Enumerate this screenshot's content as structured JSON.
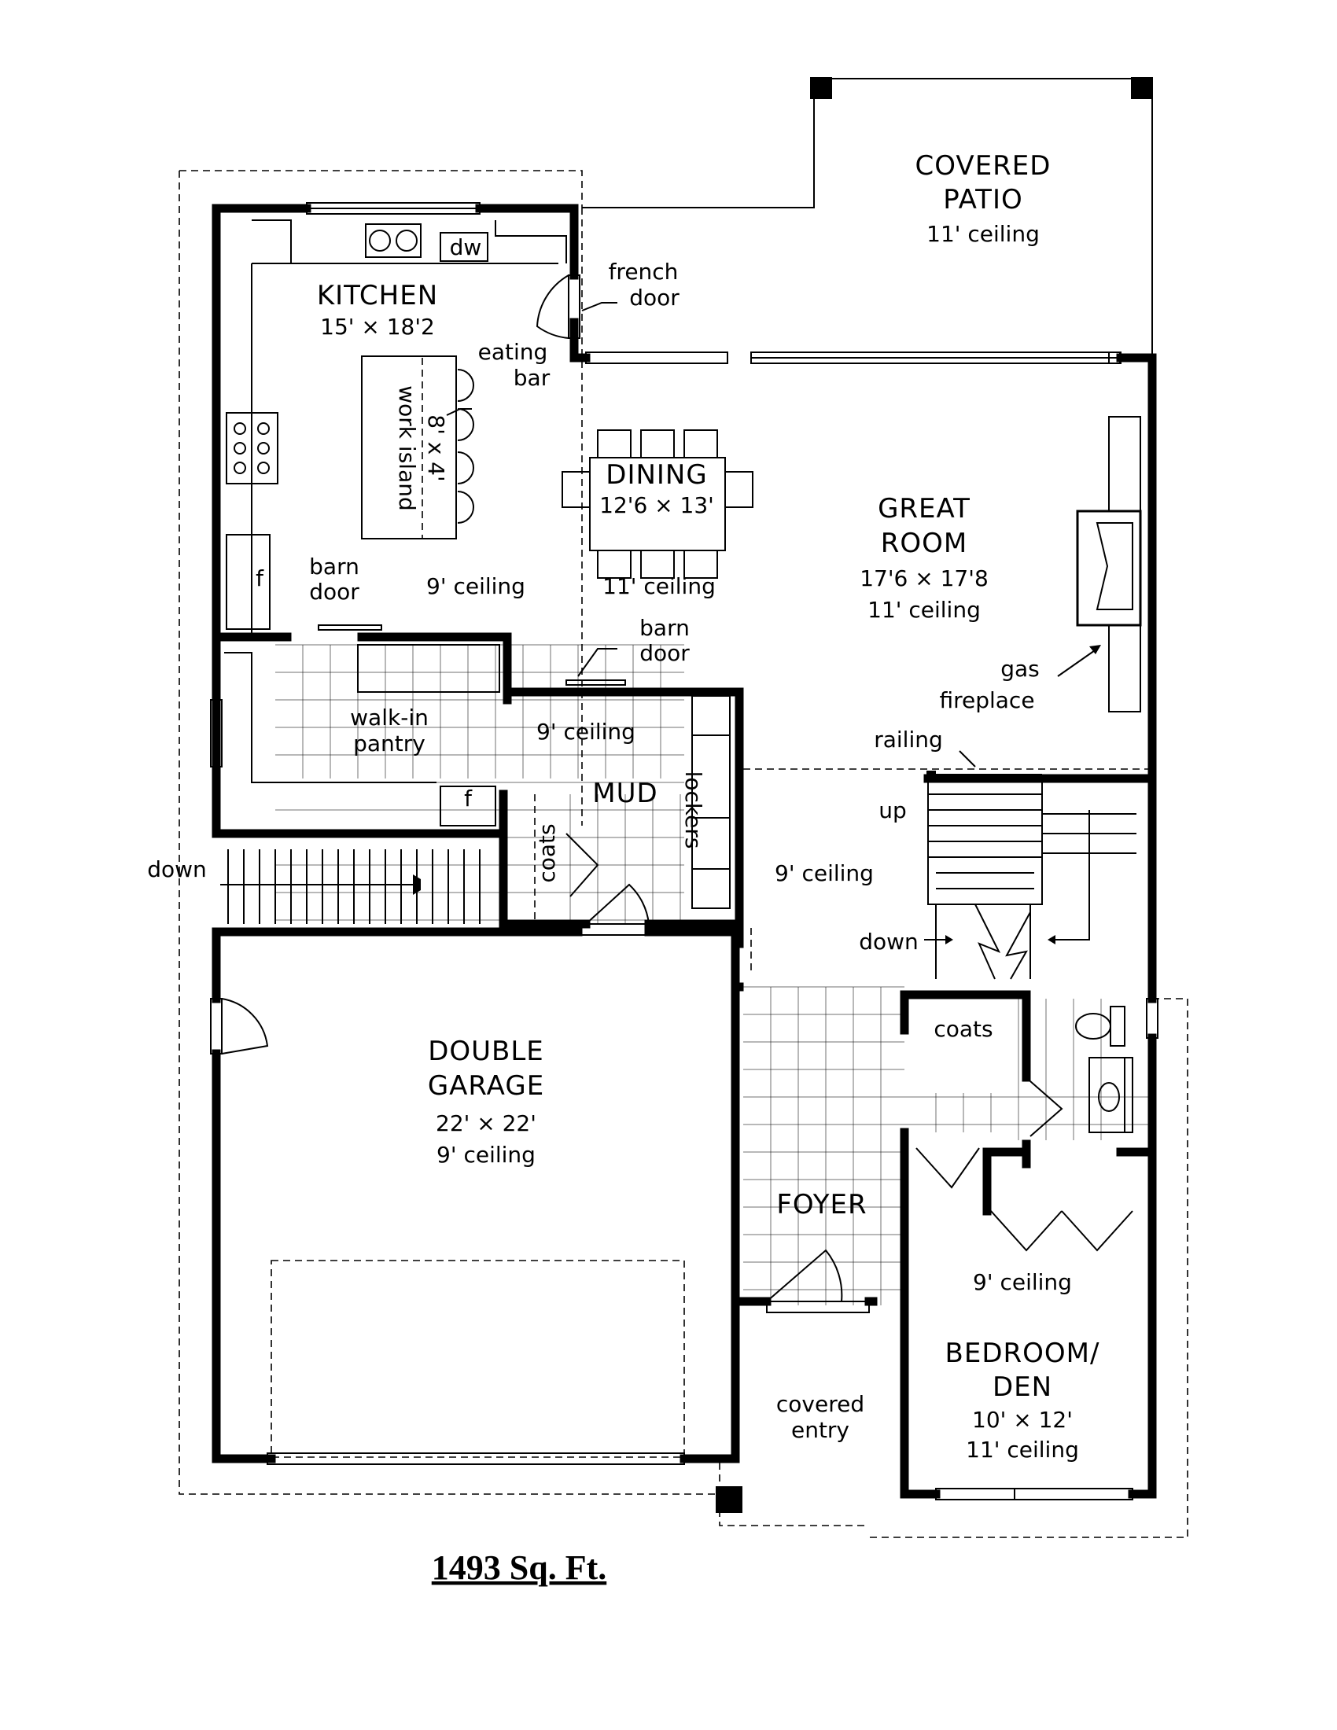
{
  "rooms": {
    "covered_patio": {
      "name_line1": "COVERED",
      "name_line2": "PATIO",
      "ceiling": "11' ceiling"
    },
    "kitchen": {
      "name": "KITCHEN",
      "size": "15' × 18'2",
      "ceiling": "9' ceiling"
    },
    "dining": {
      "name": "DINING",
      "size": "12'6 × 13'",
      "ceiling": "11' ceiling"
    },
    "great_room": {
      "name_line1": "GREAT",
      "name_line2": "ROOM",
      "size": "17'6 × 17'8",
      "ceiling": "11' ceiling"
    },
    "pantry": {
      "name_line1": "walk-in",
      "name_line2": "pantry",
      "ceiling": "9' ceiling"
    },
    "mud": {
      "name": "MUD"
    },
    "hall": {
      "ceiling": "9' ceiling"
    },
    "double_garage": {
      "name_line1": "DOUBLE",
      "name_line2": "GARAGE",
      "size": "22' × 22'",
      "ceiling": "9' ceiling"
    },
    "foyer": {
      "name": "FOYER"
    },
    "closet_area": {
      "ceiling": "9' ceiling"
    },
    "bedroom": {
      "name_line1": "BEDROOM/",
      "name_line2": "DEN",
      "size": "10' × 12'",
      "ceiling": "11' ceiling"
    },
    "covered_entry": {
      "name_line1": "covered",
      "name_line2": "entry"
    }
  },
  "notes": {
    "dw": "dw",
    "french_door_1": "french",
    "french_door_2": "door",
    "eating_bar_1": "eating",
    "eating_bar_2": "bar",
    "island_1": "8' x 4'",
    "island_2": "work island",
    "barn_door_1a": "barn",
    "barn_door_1b": "door",
    "barn_door_2a": "barn",
    "barn_door_2b": "door",
    "fridge_1": "f",
    "fridge_2": "f",
    "gas_fireplace_1": "gas",
    "gas_fireplace_2": "fireplace",
    "railing": "railing",
    "up": "up",
    "down_stair": "down",
    "down_left": "down",
    "lockers": "lockers",
    "coats_mud": "coats",
    "coats_foyer": "coats"
  },
  "footer": {
    "area": "1493 Sq. Ft."
  }
}
